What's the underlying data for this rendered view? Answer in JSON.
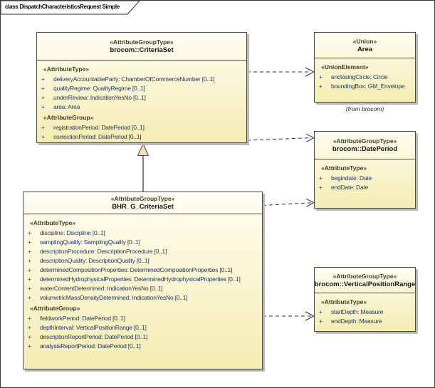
{
  "frame": {
    "title": "class DispatchCharacteristicsRequest Simple"
  },
  "colors": {
    "box_fill_top": "#FEFDF0",
    "box_fill_bottom": "#F5ECB2",
    "box_border": "#4A4A4A",
    "shadow": "#B9B9B9",
    "attribute_text": "#1F3864",
    "stereotype_text": "#3C3C28",
    "name_text": "#141414",
    "connector": "#333333",
    "generalization_triangle_fill": "#F2E2B4"
  },
  "notes": {
    "from_brocom": "(from brocom)"
  },
  "classes": [
    {
      "stereotype": "«AttributeGroupType»",
      "name": "brocom::CriteriaSet",
      "visibility": "+",
      "sections": [
        {
          "stereotype": "«AttributeType»",
          "attrs": [
            "deliveryAccountableParty: ChamberOfCommerceNumber [0..1]",
            "qualityRegime: QualityRegime [0..1]",
            "underReview: IndicationYesNo [0..1]",
            "area: Area"
          ]
        },
        {
          "stereotype": "«AttributeGroup»",
          "attrs": [
            "registrationPeriod: DatePeriod [0..1]",
            "correctionPeriod: DatePeriod [0..1]"
          ]
        }
      ]
    },
    {
      "stereotype": "«Union»",
      "name": "Area",
      "visibility": "+",
      "sections": [
        {
          "stereotype": "«UnionElement»",
          "attrs": [
            "enclosingCircle: Circle",
            "boundingBox: GM_Envelope"
          ]
        }
      ]
    },
    {
      "stereotype": "«AttributeGroupType»",
      "name": "brocom::DatePeriod",
      "visibility": "+",
      "sections": [
        {
          "stereotype": "«AttributeType»",
          "attrs": [
            "begindate: Date",
            "endDate: Date"
          ]
        }
      ]
    },
    {
      "stereotype": "«AttributeGroupType»",
      "name": "BHR_G_CriteriaSet",
      "visibility": "+",
      "sections": [
        {
          "stereotype": "«AttributeType»",
          "attrs": [
            "discipline: Discipline [0..1]",
            "samplingQuality: SamplingQuality [0..1]",
            "descriptionProcedure: DescriptionProcedure [0..1]",
            "descriptionQuality: DescriptionQuality [0..1]",
            "determinedCompositionProperties: DeterminedCompositionProperties [0..1]",
            "determinedHydrophysicalProperties: DeterminedHydrophysicalProperties [0..1]",
            "waterContentDetermined: IndicationYesNo [0..1]",
            "volumetricMassDensityDetermined: IndicationYesNo [0..1]"
          ]
        },
        {
          "stereotype": "«AttributeGroup»",
          "attrs": [
            "fieldworkPeriod: DatePeriod [0..1]",
            "depthInterval: VerticalPositionRange [0..1]",
            "descriptionReportPeriod: DatePeriod [0..1]",
            "analysisReportPeriod: DatePeriod [0..1]"
          ]
        }
      ]
    },
    {
      "stereotype": "«AttributeGroupType»",
      "name": "brocom::VerticalPositionRange",
      "visibility": "+",
      "sections": [
        {
          "stereotype": "«AttributeType»",
          "attrs": [
            "startDepth: Measure",
            "endDepth: Measure"
          ]
        }
      ]
    }
  ],
  "relations": [
    {
      "type": "dependency",
      "from": "brocom::CriteriaSet",
      "to": "Area"
    },
    {
      "type": "dependency",
      "from": "brocom::CriteriaSet",
      "to": "brocom::DatePeriod"
    },
    {
      "type": "generalization",
      "from": "BHR_G_CriteriaSet",
      "to": "brocom::CriteriaSet"
    },
    {
      "type": "dependency",
      "from": "BHR_G_CriteriaSet",
      "to": "brocom::DatePeriod"
    },
    {
      "type": "dependency",
      "from": "BHR_G_CriteriaSet",
      "to": "brocom::VerticalPositionRange"
    }
  ]
}
